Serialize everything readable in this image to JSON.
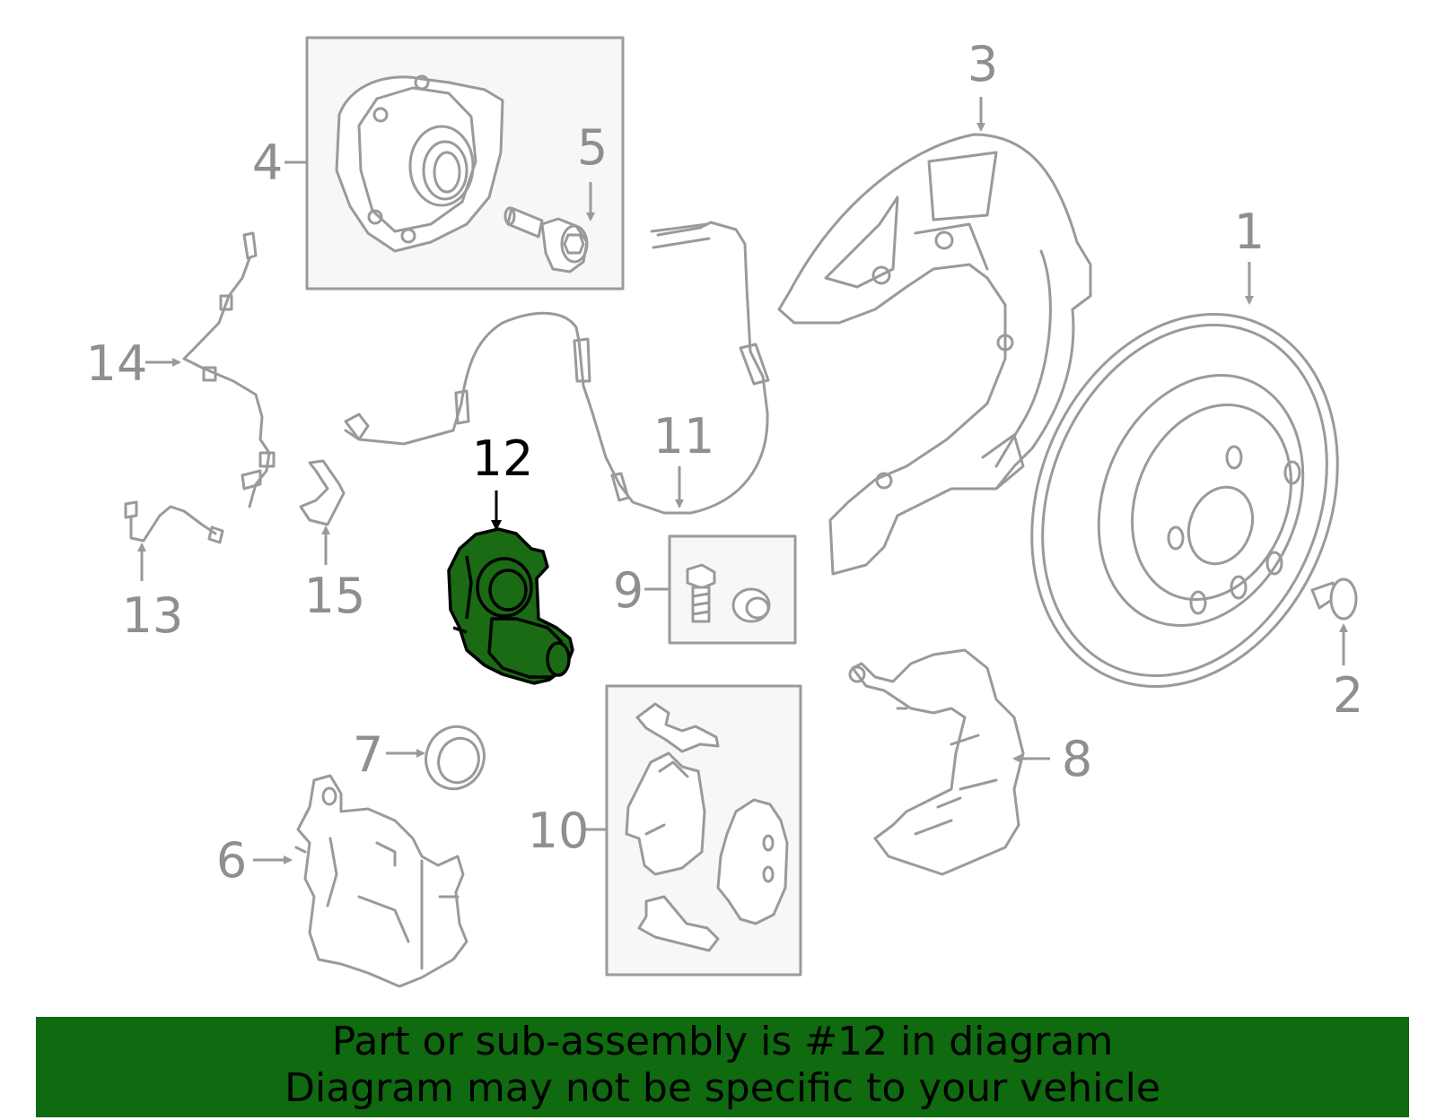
{
  "colors": {
    "part_outline": "#9a9a9a",
    "label_gray": "#8f8f8f",
    "highlight_fill": "#1a6b13",
    "highlight_outline": "#000000",
    "box_fill": "#f7f7f7",
    "banner_bg": "#0f6a10"
  },
  "callouts": {
    "c1": "1",
    "c2": "2",
    "c3": "3",
    "c4": "4",
    "c5": "5",
    "c6": "6",
    "c7": "7",
    "c8": "8",
    "c9": "9",
    "c10": "10",
    "c11": "11",
    "c12": "12",
    "c13": "13",
    "c14": "14",
    "c15": "15"
  },
  "highlighted_part": "12",
  "banner": {
    "line1": "Part or sub-assembly is #12 in diagram",
    "line2": "Diagram may not be specific to your vehicle"
  }
}
